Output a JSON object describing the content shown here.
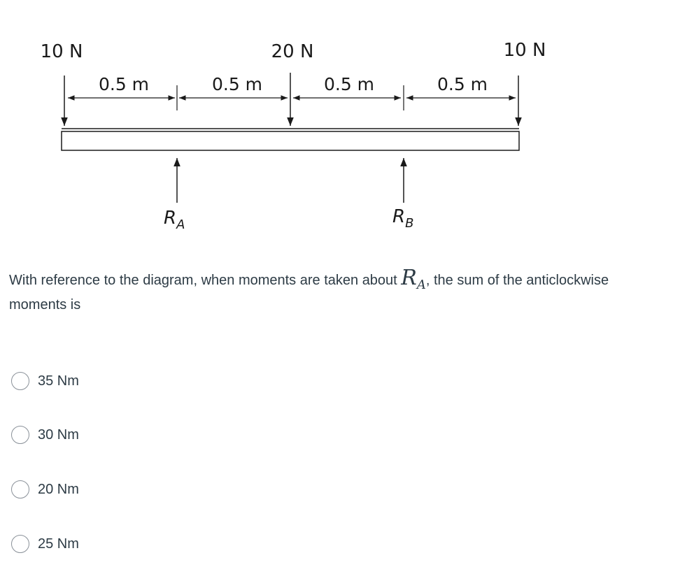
{
  "diagram": {
    "forces": {
      "left_load": "10 N",
      "center_load": "20 N",
      "right_load": "10 N"
    },
    "spans": [
      "0.5 m",
      "0.5 m",
      "0.5 m",
      "0.5 m"
    ],
    "reactions": {
      "a_main": "R",
      "a_sub": "A",
      "b_main": "R",
      "b_sub": "B"
    }
  },
  "question": {
    "text_before": "With reference to the diagram, when moments are taken about ",
    "math_main": "R",
    "math_sub": "A",
    "text_after": ", the sum of the anticlockwise moments is"
  },
  "options": [
    {
      "label": "35 Nm"
    },
    {
      "label": "30 Nm"
    },
    {
      "label": "20 Nm"
    },
    {
      "label": "25 Nm"
    }
  ]
}
